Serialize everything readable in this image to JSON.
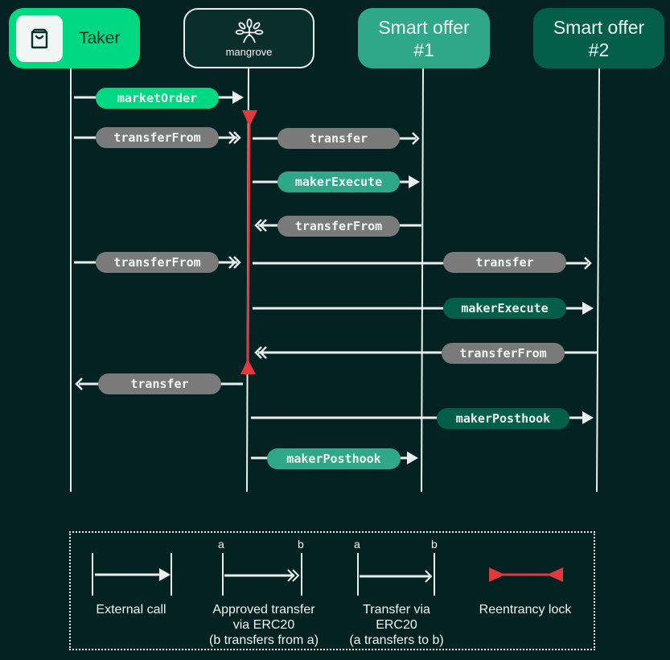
{
  "actors": {
    "taker": {
      "label": "Taker",
      "icon": "shopping-bag-icon"
    },
    "mangrove": {
      "label": "mangrove",
      "icon": "mangrove-tree-logo-icon"
    },
    "smart_offer_1": {
      "label": "Smart offer\n#1"
    },
    "smart_offer_2": {
      "label": "Smart offer\n#2"
    }
  },
  "colors": {
    "background": "#052222",
    "taker": "#00D982",
    "smart_offer_1": "#2FA889",
    "smart_offer_2": "#035F4A",
    "transfer_pill": "#7A7A7A",
    "lifeline": "#E8EFEE",
    "reentrancy_lock": "#E0393E"
  },
  "messages": [
    {
      "label": "marketOrder",
      "from": "taker",
      "to": "mangrove",
      "kind": "external-call",
      "color": "taker"
    },
    {
      "label": "transferFrom",
      "from": "taker",
      "to": "mangrove",
      "kind": "approved-transfer",
      "color": "transfer"
    },
    {
      "label": "transfer",
      "from": "mangrove",
      "to": "smart_offer_1",
      "kind": "erc20-transfer",
      "color": "transfer"
    },
    {
      "label": "makerExecute",
      "from": "mangrove",
      "to": "smart_offer_1",
      "kind": "external-call",
      "color": "smart_offer_1"
    },
    {
      "label": "transferFrom",
      "from": "smart_offer_1",
      "to": "mangrove",
      "kind": "approved-transfer",
      "color": "transfer"
    },
    {
      "label": "transferFrom",
      "from": "taker",
      "to": "mangrove",
      "kind": "approved-transfer",
      "color": "transfer"
    },
    {
      "label": "transfer",
      "from": "mangrove",
      "to": "smart_offer_2",
      "kind": "erc20-transfer",
      "color": "transfer"
    },
    {
      "label": "makerExecute",
      "from": "mangrove",
      "to": "smart_offer_2",
      "kind": "external-call",
      "color": "smart_offer_2"
    },
    {
      "label": "transferFrom",
      "from": "smart_offer_2",
      "to": "mangrove",
      "kind": "approved-transfer",
      "color": "transfer"
    },
    {
      "label": "transfer",
      "from": "mangrove",
      "to": "taker",
      "kind": "erc20-transfer",
      "color": "transfer"
    },
    {
      "label": "makerPosthook",
      "from": "mangrove",
      "to": "smart_offer_2",
      "kind": "external-call",
      "color": "smart_offer_2"
    },
    {
      "label": "makerPosthook",
      "from": "mangrove",
      "to": "smart_offer_1",
      "kind": "external-call",
      "color": "smart_offer_1"
    }
  ],
  "legend": {
    "items": [
      {
        "label": "External call"
      },
      {
        "label": "Approved transfer\nvia ERC20\n(b transfers from a)",
        "a": "a",
        "b": "b"
      },
      {
        "label": "Transfer via\nERC20\n(a transfers to b)",
        "a": "a",
        "b": "b"
      },
      {
        "label": "Reentrancy lock"
      }
    ]
  }
}
